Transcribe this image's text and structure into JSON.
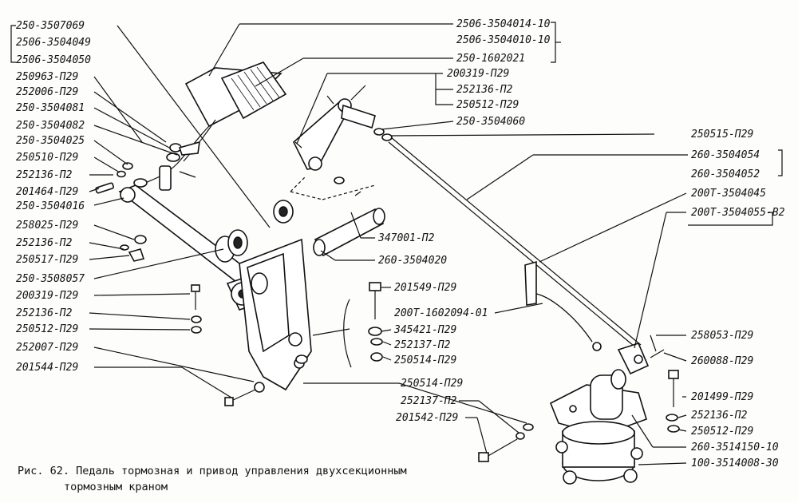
{
  "left_labels": [
    "250-3507069",
    "2506-3504049",
    "2506-3504050",
    "250963-П29",
    "252006-П29",
    "250-3504081",
    "250-3504082",
    "250-3504025",
    "250510-П29",
    "252136-П2",
    "201464-П29",
    "250-3504016",
    "258025-П29",
    "252136-П2",
    "250517-П29",
    "250-3508057",
    "200319-П29",
    "252136-П2",
    "250512-П29",
    "252007-П29",
    "201544-П29"
  ],
  "top_right_labels": [
    "2506-3504014-10",
    "2506-3504010-10",
    "250-1602021",
    "200319-П29",
    "252136-П2",
    "250512-П29",
    "250-3504060"
  ],
  "right_labels": [
    "250515-П29",
    "260-3504054",
    "260-3504052",
    "200Т-3504045",
    "200Т-3504055-В2",
    "258053-П29",
    "260088-П29",
    "201499-П29",
    "252136-П2",
    "250512-П29",
    "260-3514150-10",
    "100-3514008-30"
  ],
  "center_labels": [
    "347001-П2",
    "260-3504020",
    "201549-П29",
    "200Т-1602094-01",
    "345421-П29",
    "252137-П2",
    "250514-П29",
    "250514-П29",
    "252137-П2",
    "201542-П29"
  ],
  "caption": {
    "line1": "Рис. 62. Педаль тормозная и привод управления двухсекционным",
    "line2": "тормозным краном"
  }
}
